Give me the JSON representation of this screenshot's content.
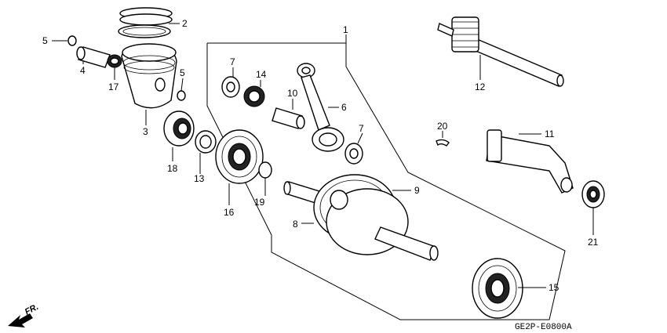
{
  "diagram": {
    "code": "GE2P-E0800A",
    "direction_label": "FR.",
    "callouts": {
      "c1": "1",
      "c2": "2",
      "c3": "3",
      "c4": "4",
      "c5a": "5",
      "c5b": "5",
      "c6": "6",
      "c7a": "7",
      "c7b": "7",
      "c8": "8",
      "c9": "9",
      "c10": "10",
      "c11": "11",
      "c12": "12",
      "c13": "13",
      "c14": "14",
      "c15": "15",
      "c16": "16",
      "c17": "17",
      "c18": "18",
      "c19": "19",
      "c20": "20",
      "c21": "21"
    }
  }
}
